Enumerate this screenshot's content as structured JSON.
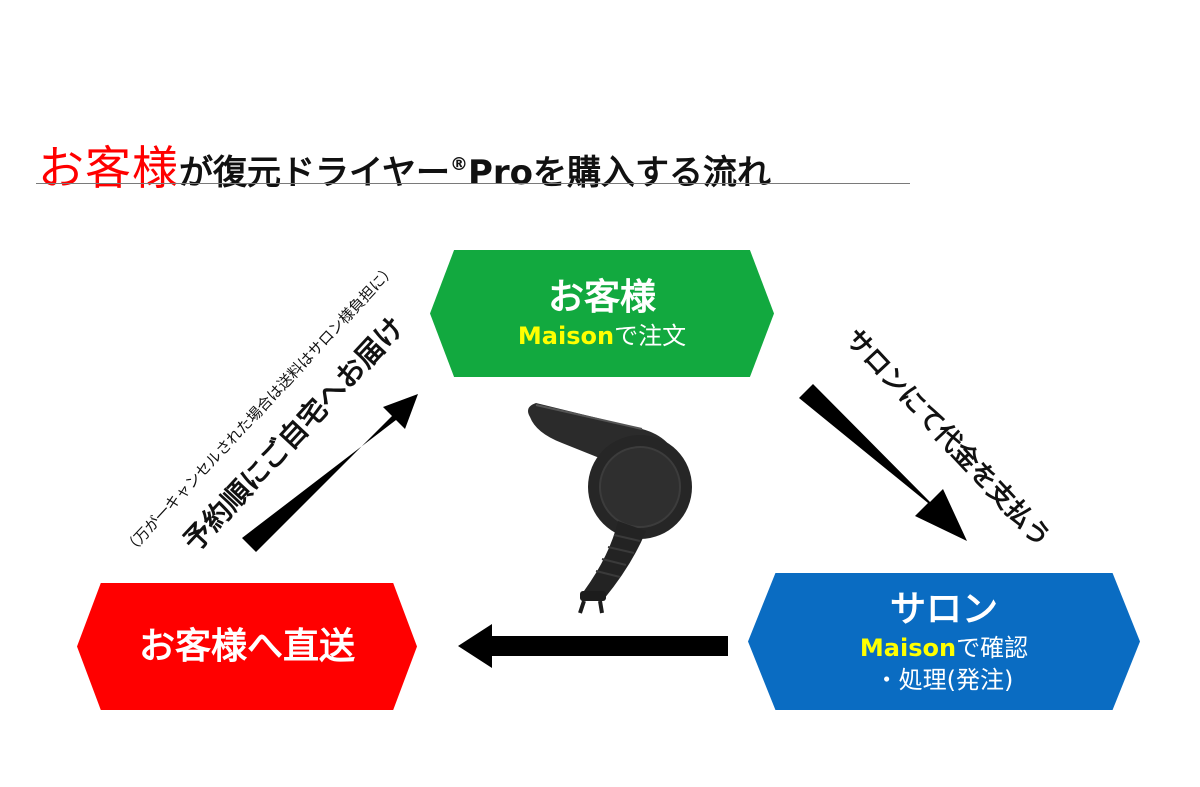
{
  "title": {
    "accent": "お客様",
    "rest_before": "が復元ドライヤー",
    "registered": "®",
    "rest_after": "Proを購入する流れ"
  },
  "nodes": {
    "customer": {
      "label": "お客様",
      "brand": "Maison",
      "action": "で注文",
      "color": "#12a93f"
    },
    "salon": {
      "label": "サロン",
      "brand": "Maison",
      "action": "で確認",
      "action2": "・処理(発注)",
      "color": "#0a6cc2"
    },
    "direct": {
      "label": "お客様へ直送",
      "color": "#ff0000"
    }
  },
  "edges": {
    "pay": "サロンにて代金を支払う",
    "deliver": "予約順にご自宅へお届け",
    "note": "（万が一キャンセルされた場合は送料はサロン様負担に）"
  },
  "colors": {
    "accent": "#ff0000",
    "brand_highlight": "#ffff00",
    "arrow": "#000000"
  }
}
